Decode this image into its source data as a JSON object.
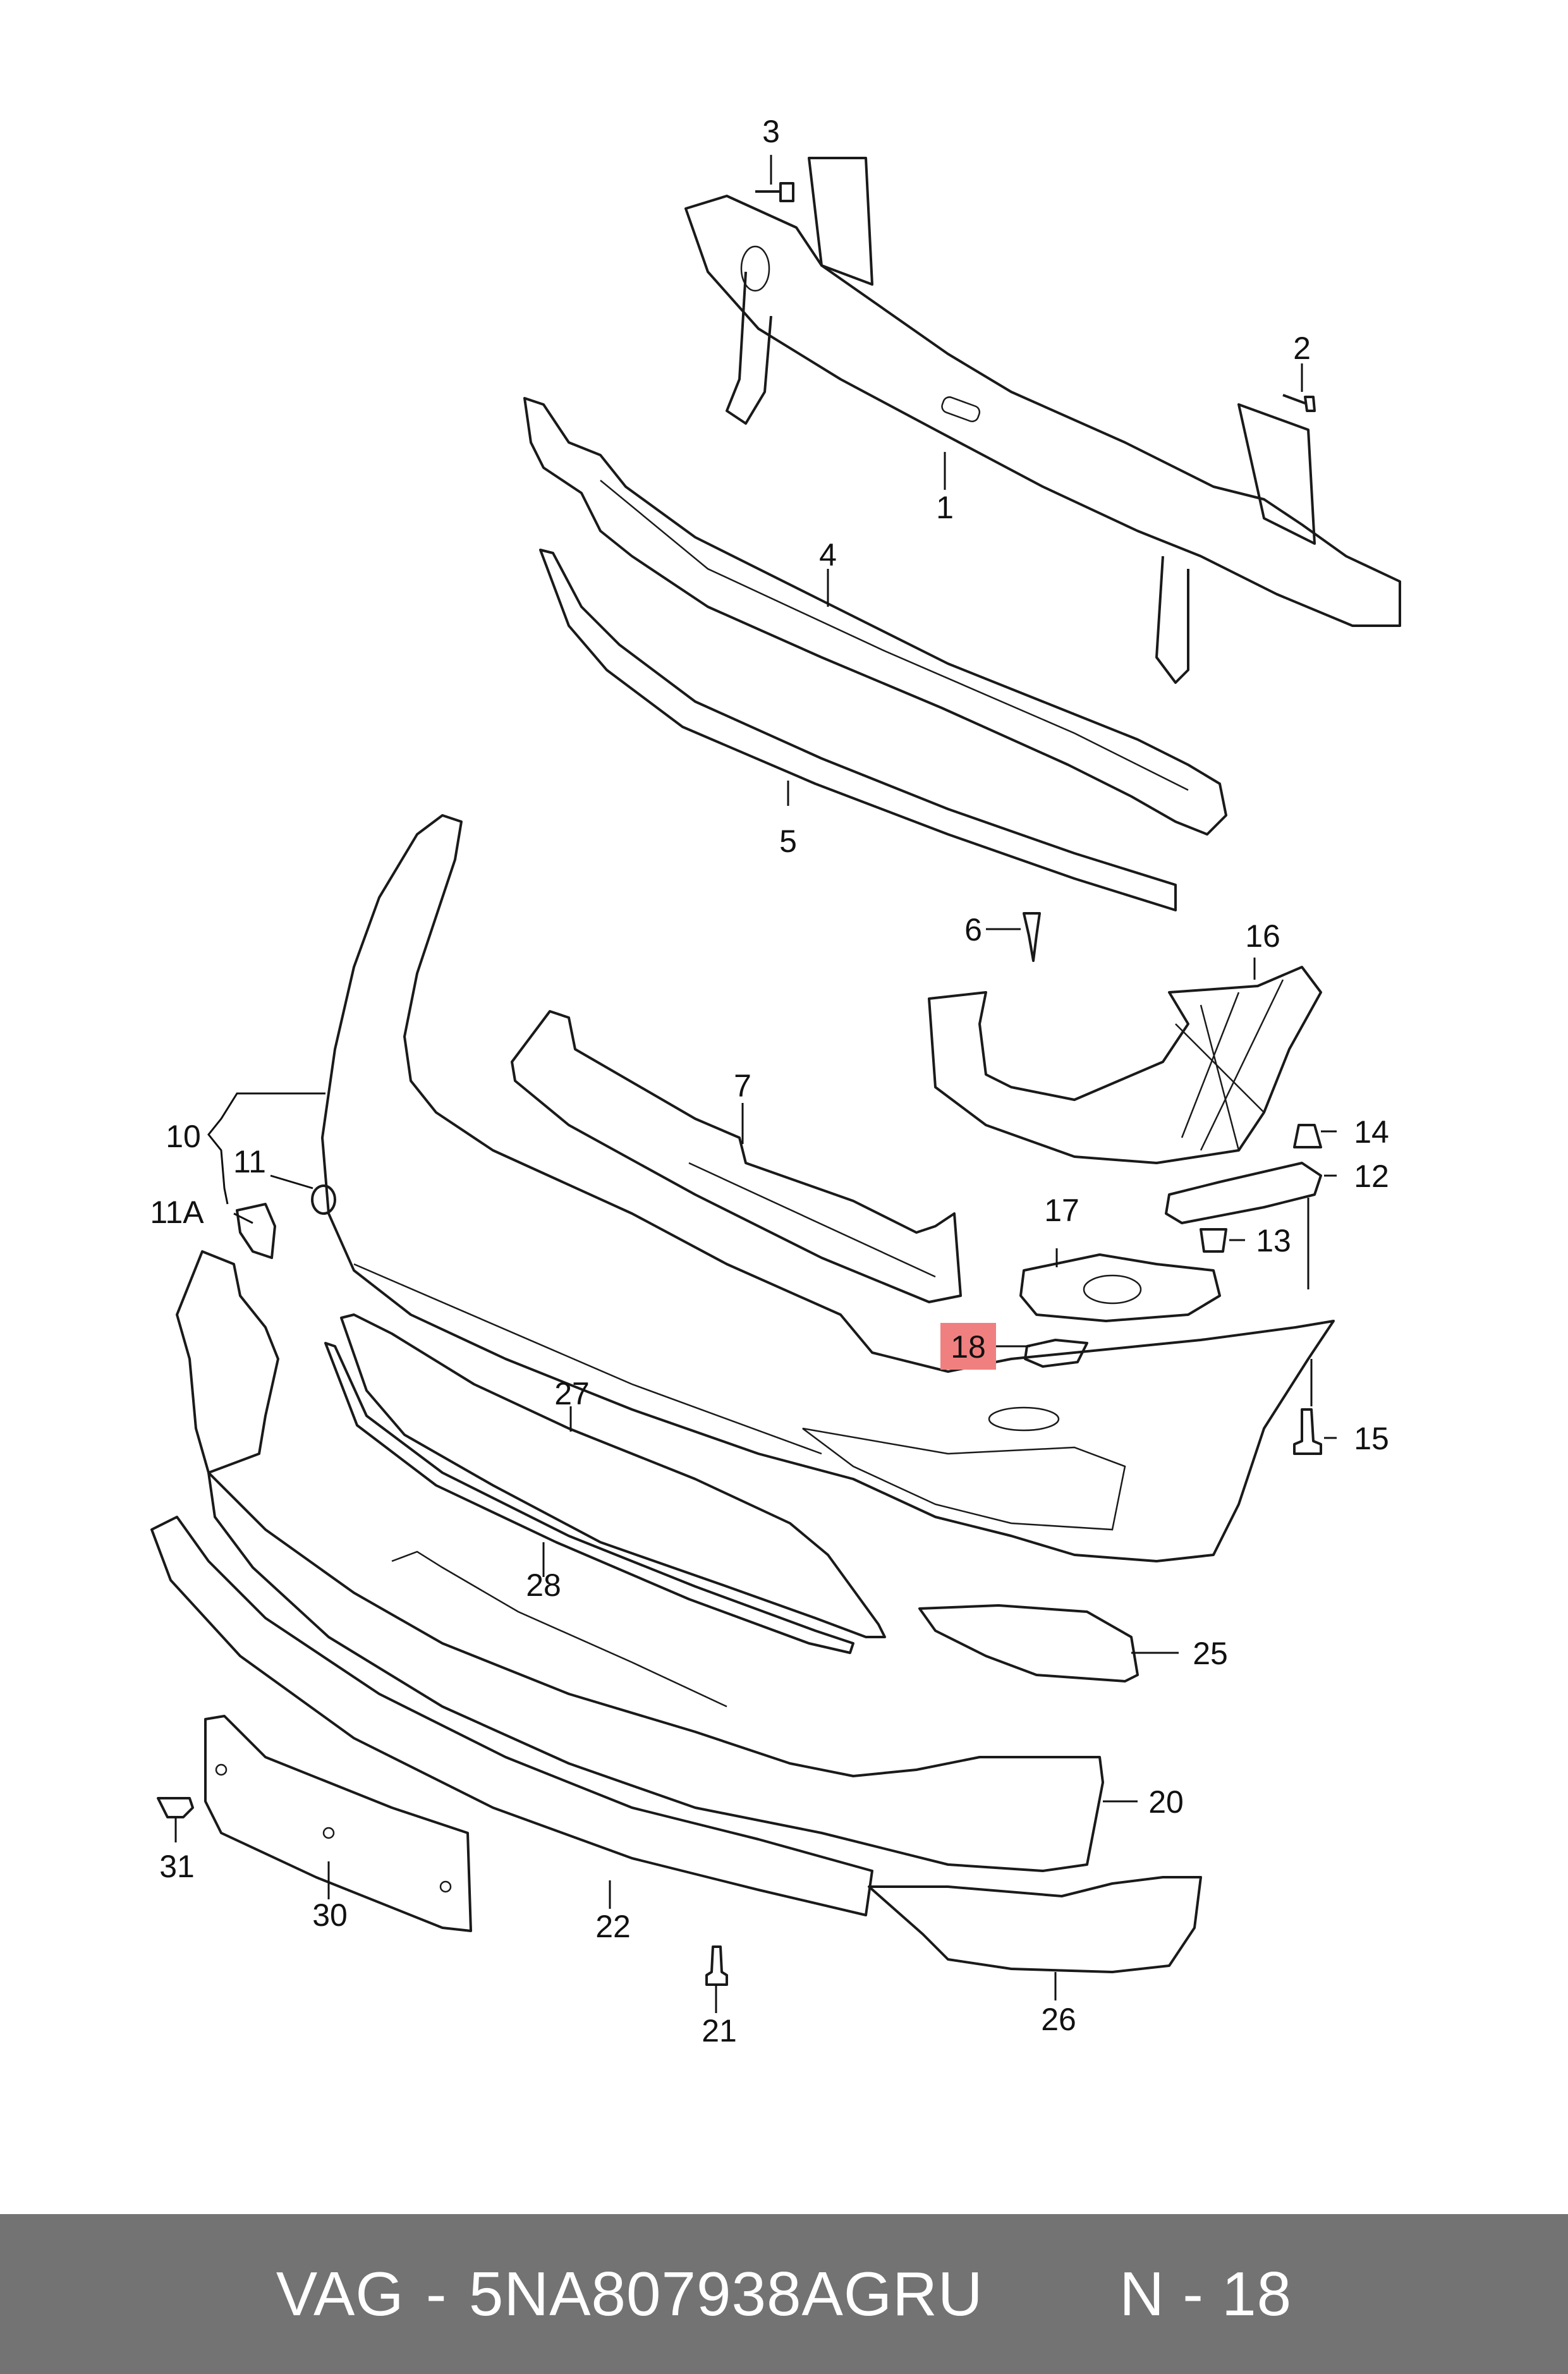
{
  "footer": {
    "brand": "VAG",
    "separator": "-",
    "part_number": "5NA807938AGRU",
    "position_note": "N - 18"
  },
  "diagram": {
    "highlight_color": "#f08080",
    "highlighted_callout": "18",
    "callouts": {
      "c1": "1",
      "c2": "2",
      "c3": "3",
      "c4": "4",
      "c5": "5",
      "c6": "6",
      "c7": "7",
      "c10": "10",
      "c11": "11",
      "c11a": "11A",
      "c12": "12",
      "c13": "13",
      "c14": "14",
      "c15": "15",
      "c16": "16",
      "c17": "17",
      "c18": "18",
      "c20": "20",
      "c21": "21",
      "c22": "22",
      "c25": "25",
      "c26": "26",
      "c27": "27",
      "c28": "28",
      "c30": "30",
      "c31": "31"
    }
  }
}
